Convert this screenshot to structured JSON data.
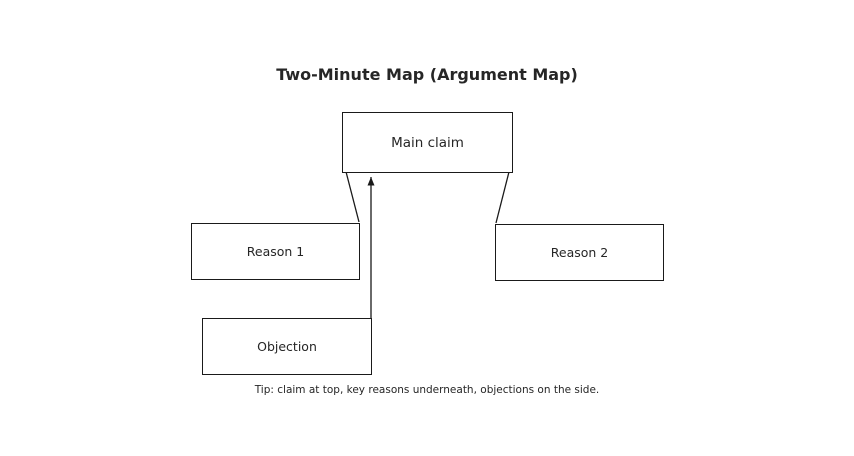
{
  "title": "Two-Minute Map (Argument Map)",
  "diagram": {
    "nodes": [
      {
        "id": "main-claim",
        "label": "Main claim"
      },
      {
        "id": "reason-1",
        "label": "Reason 1"
      },
      {
        "id": "reason-2",
        "label": "Reason 2"
      },
      {
        "id": "objection",
        "label": "Objection"
      }
    ],
    "edges": [
      {
        "from": "reason-1",
        "to": "main-claim"
      },
      {
        "from": "reason-2",
        "to": "main-claim"
      },
      {
        "from": "objection",
        "to": "main-claim"
      }
    ],
    "tip": "Tip: claim at top, key reasons underneath, objections on the side."
  },
  "colors": {
    "background": "#ffffff",
    "line": "#1a1a1a",
    "text": "#262626"
  }
}
